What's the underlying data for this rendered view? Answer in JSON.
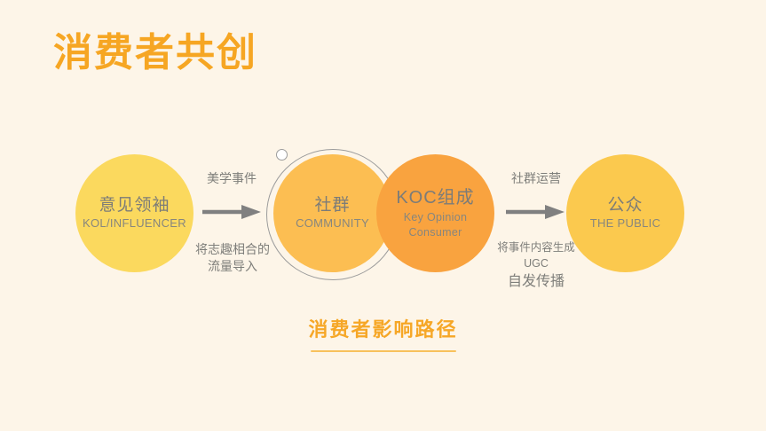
{
  "slide": {
    "title": "消费者共创",
    "background_color": "#FDF5E8",
    "accent_color": "#F6A623"
  },
  "diagram": {
    "nodes": [
      {
        "id": "kol",
        "cn": "意见领袖",
        "en": "KOL/INFLUENCER",
        "color": "#FBD95E"
      },
      {
        "id": "community",
        "cn": "社群",
        "en": "COMMUNITY",
        "color": "#FCBE52"
      },
      {
        "id": "koc",
        "cn": "KOC组成",
        "en": "Key Opinion Consumer",
        "en_line1": "Key Opinion",
        "en_line2": "Consumer",
        "color": "#F9A33F"
      },
      {
        "id": "public",
        "cn": "公众",
        "en": "THE PUBLIC",
        "color": "#FBC94E"
      }
    ],
    "edges": [
      {
        "id": "edge-1",
        "from": "kol",
        "to": "community",
        "label_above": "美学事件",
        "label_below_line1": "将志趣相合的",
        "label_below_line2": "流量导入",
        "arrow_color": "#808080"
      },
      {
        "id": "edge-2",
        "from": "koc",
        "to": "public",
        "label_above": "社群运营",
        "label_below_line1": "将事件内容生成",
        "label_below_line2": "UGC",
        "label_below_line3": "自发传播",
        "arrow_color": "#808080"
      }
    ],
    "ring": {
      "stroke_color": "#9C9C9C",
      "marker": "ring-node-dot"
    }
  },
  "caption": {
    "text": "消费者影响路径",
    "color": "#F6A727",
    "rule_color": "#F8C15C"
  }
}
